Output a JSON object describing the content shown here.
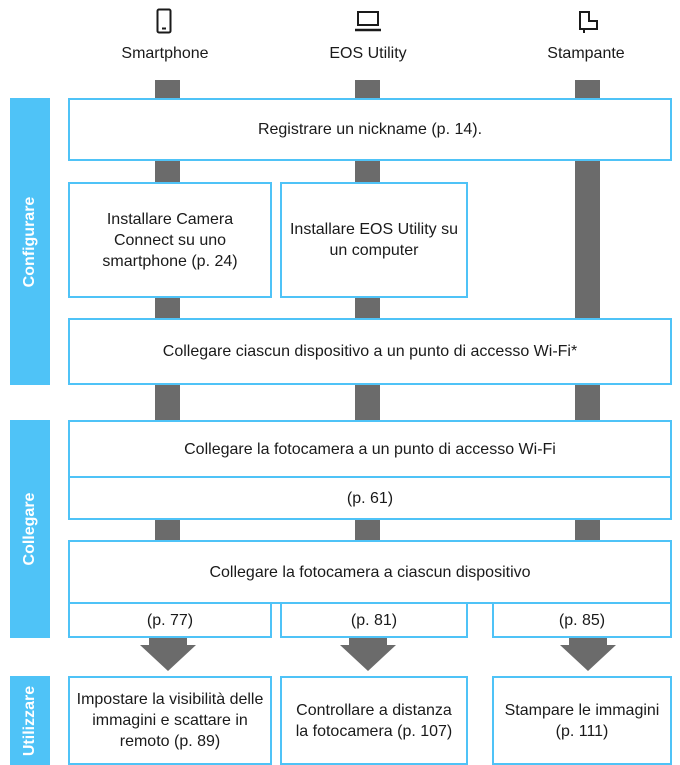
{
  "devices": {
    "smartphone": {
      "label": "Smartphone",
      "icon": "smartphone-icon"
    },
    "eos_utility": {
      "label": "EOS Utility",
      "icon": "laptop-icon"
    },
    "printer": {
      "label": "Stampante",
      "icon": "printer-icon"
    }
  },
  "sections": {
    "configurare": "Configurare",
    "collegare": "Collegare",
    "utilizzare": "Utilizzare"
  },
  "steps": {
    "nickname": "Registrare un nickname (p. 14).",
    "install_camera_connect": "Installare Camera Connect su uno smartphone (p. 24)",
    "install_eos_utility": "Installare EOS Utility su un computer",
    "connect_devices_ap": "Collegare ciascun dispositivo a un punto di accesso Wi-Fi*",
    "connect_camera_ap": "Collegare la fotocamera a un punto di accesso Wi-Fi",
    "connect_camera_ap_page": "(p. 61)",
    "connect_camera_devices": "Collegare la fotocamera a ciascun dispositivo",
    "page_smartphone": "(p. 77)",
    "page_eos": "(p. 81)",
    "page_printer": "(p. 85)",
    "use_smartphone": "Impostare la visibilità delle immagini e scattare in remoto (p. 89)",
    "use_eos": "Controllare a distanza la fotocamera (p. 107)",
    "use_printer": "Stampare le immagini (p. 111)"
  },
  "colors": {
    "accent": "#4fc3f7",
    "connector": "#6b6b6b"
  }
}
